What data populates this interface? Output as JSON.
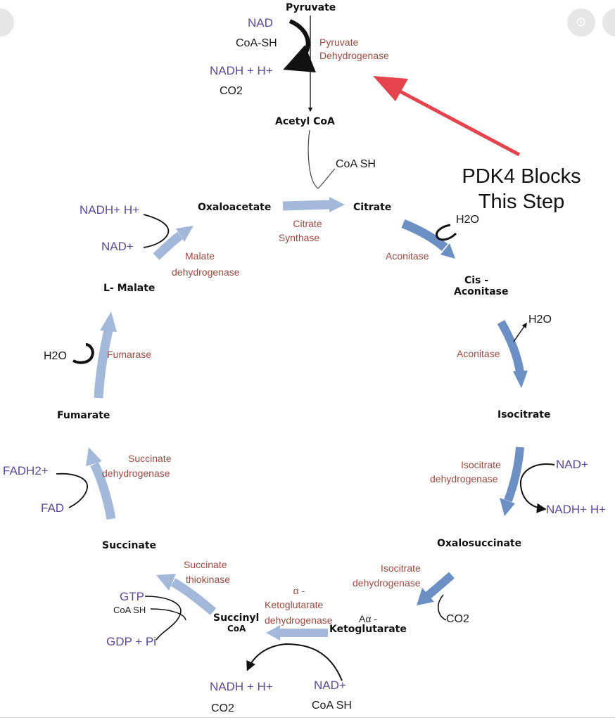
{
  "metabolites": {
    "pyruvate": "Pyruvate",
    "acetyl_coa": "Acetyl CoA",
    "oxaloacetate": "Oxaloacetate",
    "citrate": "Citrate",
    "cis_aconitase_1": "Cis -",
    "cis_aconitase_2": "Aconitase",
    "isocitrate": "Isocitrate",
    "oxalosuccinate": "Oxalosuccinate",
    "ketoglutarate_1": "Aα -",
    "ketoglutarate_2": "Ketoglutarate",
    "succinyl_coa_1": "Succinyl",
    "succinyl_coa_2": "CoA",
    "succinate": "Succinate",
    "fumarate": "Fumarate",
    "l_malate": "L- Malate"
  },
  "enzymes": {
    "pdh_1": "Pyruvate",
    "pdh_2": "Dehydrogenase",
    "citrate_synthase_1": "Citrate",
    "citrate_synthase_2": "Synthase",
    "aconitase_a": "Aconitase",
    "aconitase_b": "Aconitase",
    "isocitrate_dh_a_1": "Isocitrate",
    "isocitrate_dh_a_2": "dehydrogenase",
    "isocitrate_dh_b_1": "Isocitrate",
    "isocitrate_dh_b_2": "dehydrogenase",
    "akg_dh_1": "α -",
    "akg_dh_2": "Ketoglutarate",
    "akg_dh_3": "dehydrogenase",
    "succ_thiokinase_1": "Succinate",
    "succ_thiokinase_2": "thiokinase",
    "succ_dh_1": "Succinate",
    "succ_dh_2": "dehydrogenase",
    "fumarase": "Fumarase",
    "malate_dh_1": "Malate",
    "malate_dh_2": "dehydrogenase"
  },
  "cofactors": {
    "pdh_nad": "NAD",
    "pdh_coash": "CoA-SH",
    "pdh_nadh": "NADH + H+",
    "pdh_co2": "CO2",
    "cs_coash": "CoA SH",
    "acon_h2o_a": "H2O",
    "acon_h2o_b": "H2O",
    "idh_nad": "NAD+",
    "idh_nadh": "NADH+ H+",
    "oxs_co2": "CO2",
    "akg_nadh": "NADH + H+",
    "akg_co2": "CO2",
    "akg_nad": "NAD+",
    "akg_coash": "CoA SH",
    "stk_gtp": "GTP",
    "stk_coash": "CoA SH",
    "stk_gdp": "GDP + Pi",
    "sdh_fadh2": "FADH2+",
    "sdh_fad": "FAD",
    "fum_h2o": "H2O",
    "mdh_nadh": "NADH+ H+",
    "mdh_nad": "NAD+"
  },
  "annotation": {
    "line1": "PDK4 Blocks",
    "line2": "This Step"
  },
  "colors": {
    "cycle_arrow": "#a4b9d9",
    "cycle_arrow_dark": "#6c8fc4",
    "enzyme_text": "#9a4a42",
    "cofactor_text": "#5b4a96",
    "annotation_arrow": "#e5434e"
  }
}
